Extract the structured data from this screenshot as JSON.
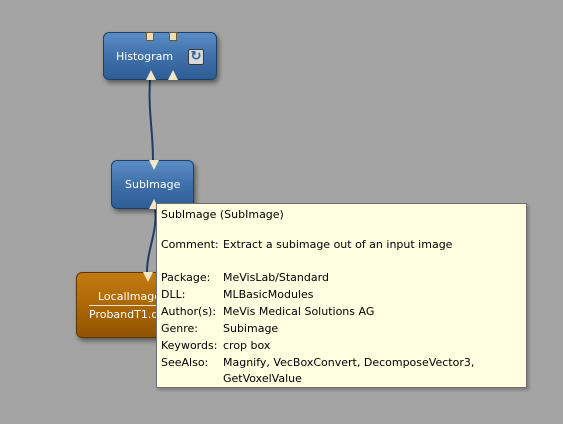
{
  "network": {
    "modules": {
      "histogram": {
        "label": "Histogram",
        "refresh_glyph": "↻",
        "refresh_icon": "refresh-icon"
      },
      "subimage": {
        "label": "SubImage"
      },
      "localimage": {
        "label": "LocalImage",
        "sublabel": "ProbandT1.dc"
      }
    },
    "connection_color": "#1e3f63"
  },
  "tooltip": {
    "title": "SubImage (SubImage)",
    "comment_key": "Comment:",
    "comment_value": "Extract a subimage out of an input image",
    "fields": [
      {
        "key": "Package:",
        "value": "MeVisLab/Standard"
      },
      {
        "key": "DLL:",
        "value": "MLBasicModules"
      },
      {
        "key": "Author(s):",
        "value": "MeVis Medical Solutions AG"
      },
      {
        "key": "Genre:",
        "value": "Subimage"
      },
      {
        "key": "Keywords:",
        "value": "crop box"
      },
      {
        "key": "SeeAlso:",
        "value": "Magnify, VecBoxConvert, DecomposeVector3,"
      }
    ],
    "seealso_continuation": "GetVoxelValue"
  }
}
